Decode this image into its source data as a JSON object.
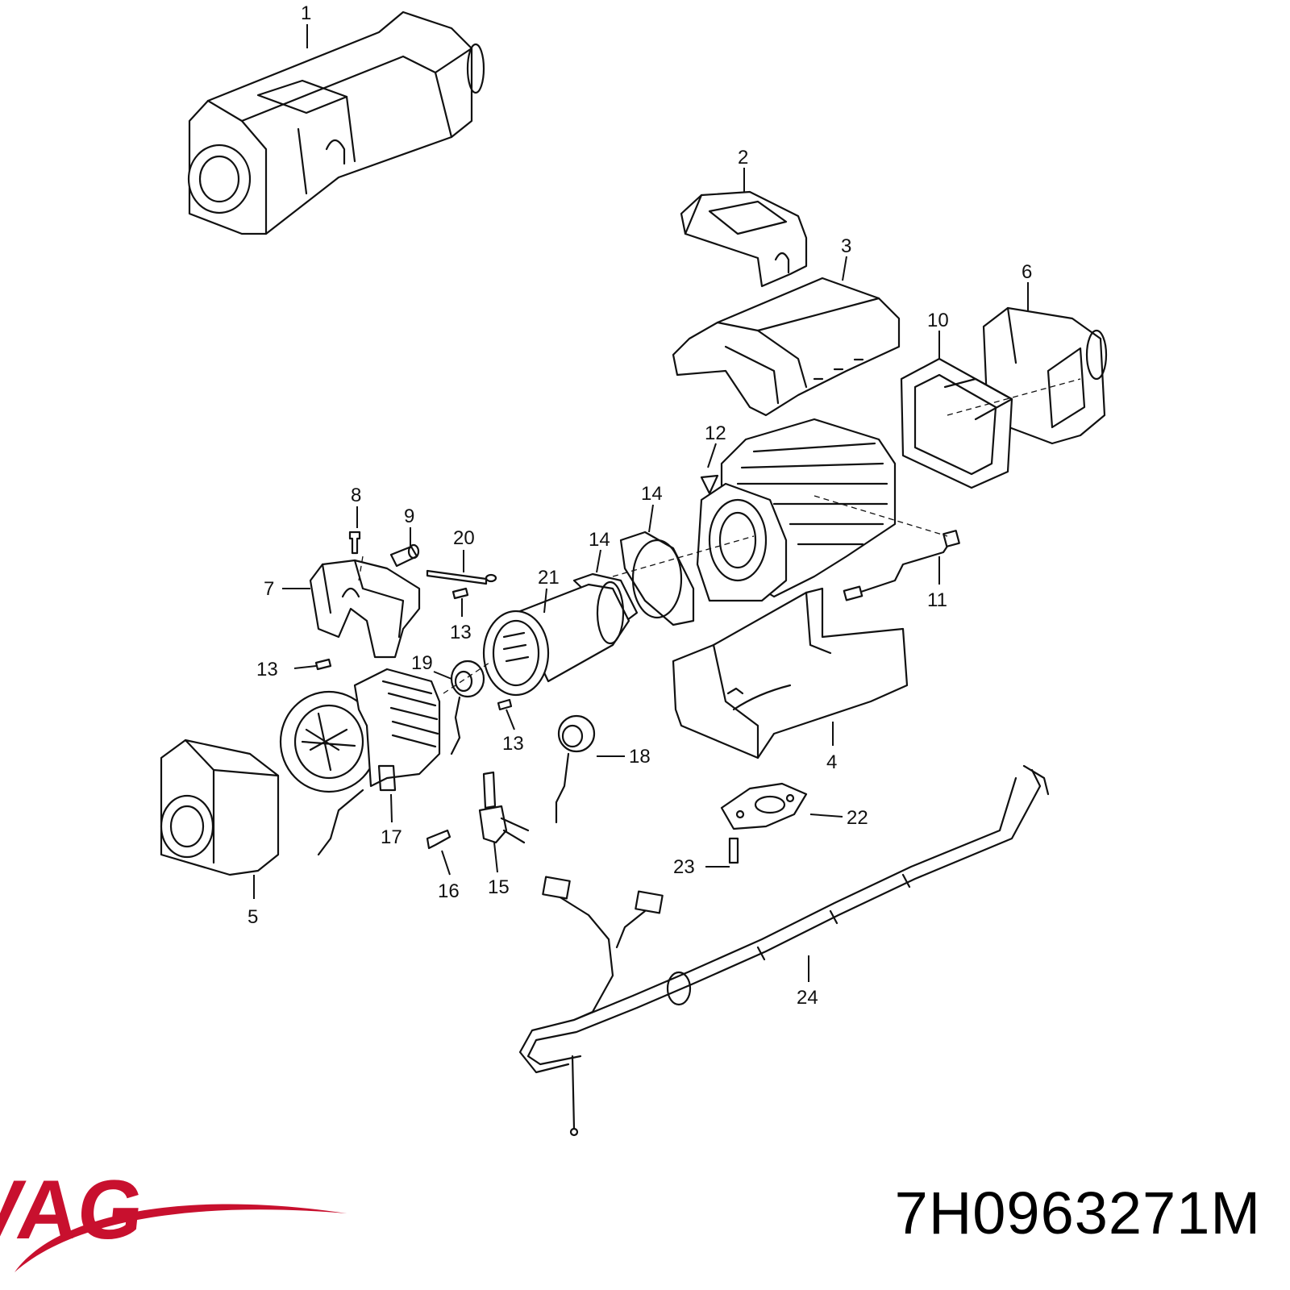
{
  "diagram": {
    "callouts": [
      "1",
      "2",
      "3",
      "4",
      "5",
      "6",
      "7",
      "8",
      "9",
      "10",
      "11",
      "12",
      "13",
      "14",
      "15",
      "16",
      "17",
      "18",
      "19",
      "20",
      "21",
      "22",
      "23",
      "24"
    ]
  },
  "brand": {
    "logo_text": "VAG",
    "color": "#c8102e"
  },
  "part_number": "7H0963271M"
}
